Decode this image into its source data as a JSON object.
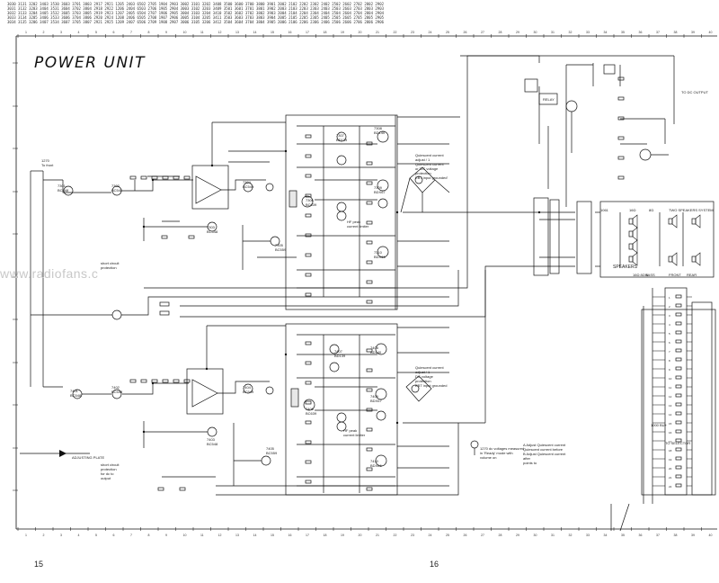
{
  "title": "POWER UNIT",
  "page_numbers": {
    "left": "15",
    "right": "16"
  },
  "watermark": "www.radiofans.c",
  "header_rows": [
    "3030 3131 3202 3403 3530 3603 3701 3803 2917 2921 1205 2403 6502 2705 1904 2903 3002 3101 3202 3408 3500 3600 3700 3800 3901 2002 2102 2202 2302 2402 2502 2602 2702 2802 2902",
    "3031 3132 3203 3404 3531 3604 3702 3804 2918 2922 1206 2404 6503 2706 1905 2904 3003 3102 3203 3409 3501 3601 3701 3801 3902 2003 2103 2203 2303 2403 2503 2603 2703 2803 2903",
    "3032 3133 3204 3405 3532 3605 3703 3805 2919 2923 1207 2405 6504 2707 1906 2905 3004 3103 3204 3410 3502 3602 3702 3802 3903 2004 2104 2204 2304 2404 2504 2604 2704 2804 2904",
    "3033 3134 3205 3406 3533 3606 3704 3806 2920 2924 1208 2406 6505 2708 1907 2906 3005 3104 3205 3411 3503 3603 3703 3803 3904 2005 2105 2205 2305 2405 2505 2605 2705 2805 2905",
    "3034 3135 3206 3407 3534 3607 3705 3807 2921 2925 1209 2407 6506 2709 1908 2907 3006 3105 3206 3412 3504 3604 3704 3804 3905 2006 2106 2206 2306 2406 2506 2606 2706 2806 2906"
  ],
  "column_numbers": [
    "1",
    "2",
    "3",
    "4",
    "5",
    "6",
    "7",
    "8",
    "9",
    "10",
    "11",
    "12",
    "13",
    "14",
    "15",
    "16",
    "17",
    "18",
    "19",
    "20",
    "21",
    "22",
    "23",
    "24",
    "25",
    "26",
    "27",
    "28",
    "29",
    "30",
    "31",
    "32",
    "33",
    "34",
    "35",
    "36",
    "37",
    "38",
    "39",
    "40"
  ],
  "labels": {
    "input_left": "1270\nTo front",
    "speakers": "SPEAKERS",
    "speaker_cols": [
      "1061",
      "16Ω",
      "8Ω",
      "TWO SPEAKERS SYSTEM"
    ],
    "speaker_bottom": [
      "16Ω  8Ω  6",
      "BASS",
      "FRONT",
      "REAR"
    ],
    "relay": "RELAY",
    "to_dc_output": "TO DC OUTPUT",
    "short_circuit": "short circuit\nprotection",
    "short_circuit2": "short circuit\nprotection\nfor dc to\noutput",
    "quiescent_current": "Quiescent current\nadjust / 1\nQuiescent current\nor 'DC voltage\nprotection\nEBT input grounded'",
    "quiescent_current2": "Quiescent current\nadjust / 1\nDC voltage\nprotection\nEBT input grounded",
    "hf_peak": "HF peak\ncurrent limiter",
    "hf_peak2": "HF peak\ncurrent limiter",
    "test_note": "1270 dc voltages measured\nin 'Ready' mode with\nvolume on",
    "adjust_note": "A Adjust Quiescent current\nQuiescent current before\nB Adjust Quiescent current\nafter\npoints to",
    "bottom_left": "ADJUSTING PLATE",
    "selector": "TO SELECTOR",
    "rail_label": "1000 BU+"
  },
  "transistors_top": [
    "7301\nBC548",
    "7302\nBC548",
    "7303\nBC548",
    "7304\nBC549",
    "7305\nBC559",
    "7306\nBC639",
    "7307\nBD139",
    "7308\nBD140",
    "7309\nBDX67",
    "7310\nBDX66"
  ],
  "transistors_bottom": [
    "7401\nBC548",
    "7402\nBC548",
    "7403\nBC548",
    "7404\nBC549",
    "7405\nBC559",
    "7406\nBC639",
    "7407\nBD139",
    "7408\nBD140",
    "7409\nBDX67",
    "7410\nBDX66"
  ],
  "connector_pins_right": [
    "1",
    "2",
    "3",
    "4",
    "5",
    "6",
    "7",
    "8",
    "9",
    "10",
    "11",
    "12",
    "13",
    "14",
    "15",
    "16",
    "17",
    "18",
    "19",
    "20",
    "21",
    "22"
  ]
}
